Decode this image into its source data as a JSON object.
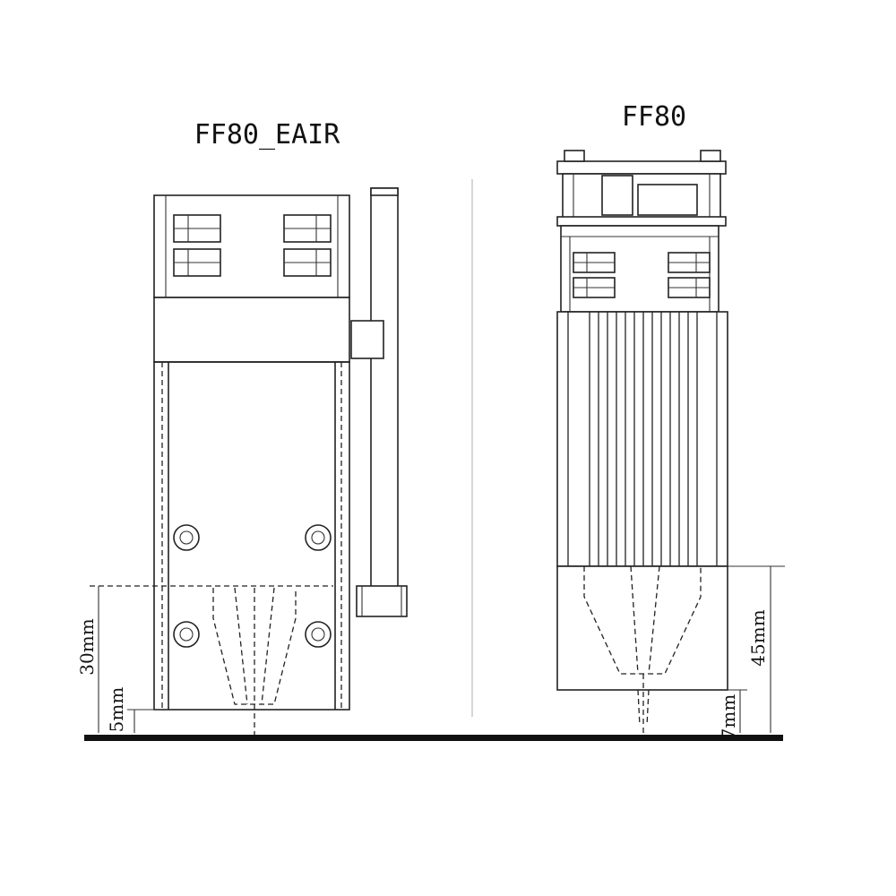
{
  "left_module": {
    "title": "FF80_EAIR",
    "dim_focus": "30mm",
    "dim_gap": "5mm"
  },
  "right_module": {
    "title": "FF80",
    "dim_focus": "45mm",
    "dim_gap": "7mm"
  },
  "colors": {
    "line": "#222222",
    "background": "#ffffff"
  }
}
